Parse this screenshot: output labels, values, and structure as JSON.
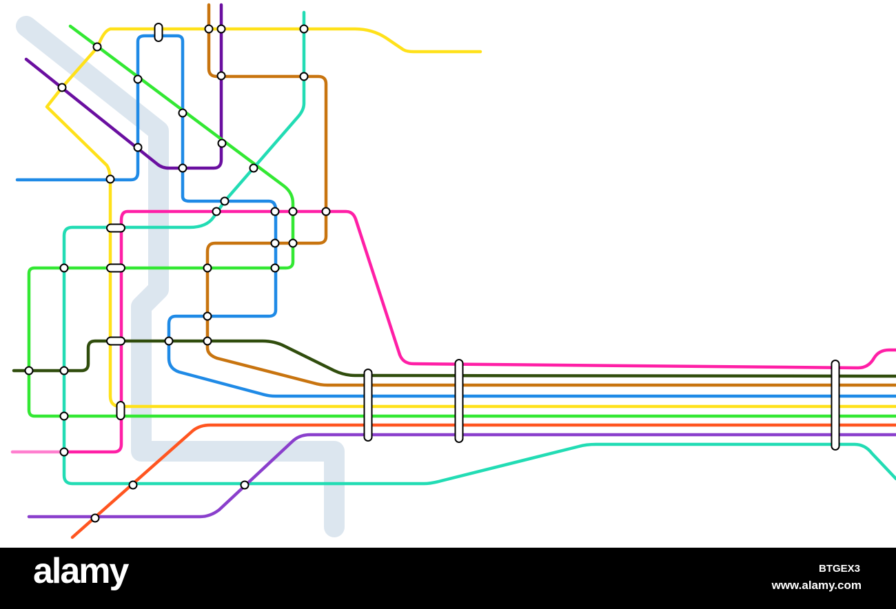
{
  "footer": {
    "brand": "alamy",
    "image_id": "BTGEX3",
    "url": "www.alamy.com"
  },
  "map": {
    "background_color": "#ffffff",
    "river_color": "#dce6ef",
    "line_colors": {
      "yellow": "#ffe11a",
      "blue": "#1f8ae6",
      "purple": "#6a0fa0",
      "lime": "#33e833",
      "brown": "#c8740f",
      "cyan": "#22dcb4",
      "magenta": "#ff1fa6",
      "darkgreen": "#304d0d",
      "orange": "#ff5520",
      "violet": "#8a3fcc",
      "lightmagenta": "#ff7fcf"
    },
    "station_style": "white circle with black outline",
    "interchange_style": "white rounded capsule with black outline"
  }
}
